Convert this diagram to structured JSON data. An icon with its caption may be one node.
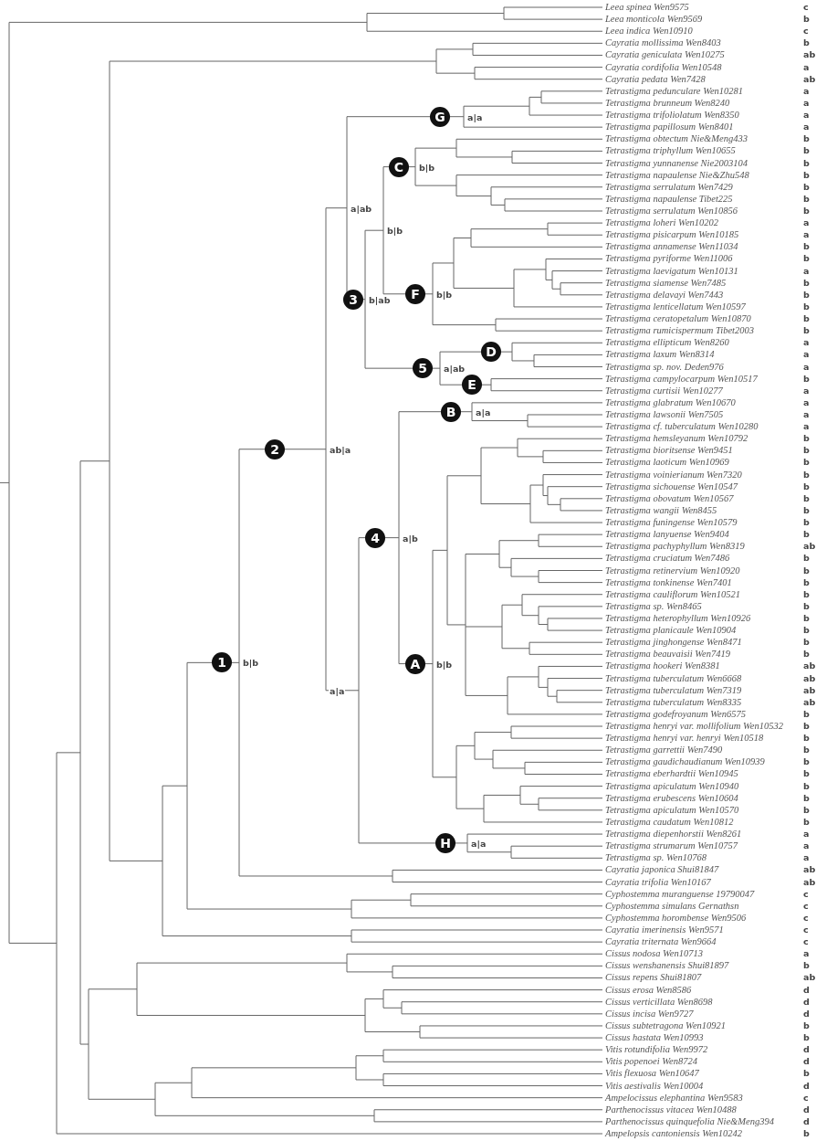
{
  "diagram": {
    "nodes": [
      {
        "text": [
          "G"
        ],
        "beside": [
          "a|a"
        ]
      },
      {
        "text": [
          "C"
        ],
        "beside": [
          "b|b"
        ]
      },
      {
        "text": [
          "3"
        ],
        "beside": [
          "b|ab"
        ]
      },
      {
        "text": [
          "F"
        ],
        "beside": [
          "b|b"
        ]
      },
      {
        "text": [
          "D"
        ]
      },
      {
        "text": [
          "5"
        ]
      },
      {
        "text": [
          "E"
        ]
      },
      {
        "text": [
          "B"
        ],
        "beside": [
          "a|a"
        ]
      },
      {
        "text": [
          "2"
        ]
      },
      {
        "text": [
          "4"
        ],
        "beside": [
          "a|b"
        ]
      },
      {
        "text": [
          "1"
        ],
        "beside": [
          "b|b"
        ]
      },
      {
        "text": [
          "A"
        ],
        "beside": [
          "b|b"
        ]
      },
      {
        "text": [
          "H"
        ],
        "beside": [
          "a|a"
        ]
      }
    ],
    "labels": [
      "Leea spinea Wen9575",
      "c",
      "Leea monticola Wen9569",
      "b",
      "Leea indica Wen10910",
      "c",
      "Cayratia mollissima Wen8403",
      "b",
      "Cayratia geniculata Wen10275",
      "ab",
      "Cayratia cordifolia Wen10548",
      "a",
      "Cayratia pedata Wen7428",
      "ab",
      "Tetrastigma pedunculare Wen10281",
      "a",
      "Tetrastigma brunneum Wen8240",
      "a",
      "Tetrastigma trifoliolatum Wen8350",
      "a",
      "Tetrastigma papillosum Wen8401",
      "a",
      "Tetrastigma obtectum Nie&Meng433",
      "b",
      "Tetrastigma triphyllum Wen10655",
      "b",
      "Tetrastigma yunnanense Nie2003104",
      "b",
      "Tetrastigma napaulense Nie&Zhu548",
      "b",
      "Tetrastigma serrulatum Wen7429",
      "b",
      "Tetrastigma napaulense Tibet225",
      "b",
      "Tetrastigma serrulatum Wen10856",
      "b",
      "Tetrastigma loheri Wen10202",
      "a",
      "Tetrastigma pisicarpum Wen10185",
      "a",
      "Tetrastigma annamense Wen11034",
      "b",
      "Tetrastigma pyriforme Wen11006",
      "b",
      "Tetrastigma laevigatum Wen10131",
      "a",
      "Tetrastigma siamense Wen7485",
      "b",
      "Tetrastigma delavayi Wen7443",
      "b",
      "Tetrastigma lenticellatum Wen10597",
      "b",
      "Tetrastigma ceratopetalum Wen10870",
      "b",
      "Tetrastigma rumicispermum Tibet2003",
      "b",
      "Tetrastigma ellipticum Wen8260",
      "a",
      "Tetrastigma laxum Wen8314",
      "a",
      "Tetrastigma sp. nov. Deden976",
      "a",
      "Tetrastigma campylocarpum Wen10517",
      "b",
      "Tetrastigma curtisii Wen10277",
      "a",
      "Tetrastigma glabratum Wen10670",
      "a",
      "Tetrastigma lawsonii Wen7505",
      "a",
      "Tetrastigma cf. tuberculatum Wen10280",
      "a",
      "Tetrastigma hemsleyanum Wen10792",
      "b",
      "Tetrastigma bioritsense Wen9451",
      "b",
      "Tetrastigma laoticum Wen10969",
      "b",
      "Tetrastigma voinierianum Wen7320",
      "b",
      "Tetrastigma sichouense Wen10547",
      "b",
      "Tetrastigma obovatum Wen10567",
      "b",
      "Tetrastigma wangii Wen8455",
      "b",
      "Tetrastigma funingense Wen10579",
      "b",
      "Tetrastigma lanyuense Wen9404",
      "b",
      "Tetrastigma pachyphyllum Wen8319",
      "ab",
      "Tetrastigma cruciatum Wen7486",
      "b",
      "Tetrastigma retinervium Wen10920",
      "b",
      "Tetrastigma tonkinense Wen7401",
      "b",
      "Tetrastigma cauliflorum Wen10521",
      "b",
      "Tetrastigma sp. Wen8465",
      "b",
      "Tetrastigma heterophyllum Wen10926",
      "b",
      "Tetrastigma planicaule Wen10904",
      "b",
      "Tetrastigma jinghongense Wen8471",
      "b",
      "Tetrastigma beauvaisii Wen7419",
      "b",
      "Tetrastigma hookeri Wen8381",
      "ab",
      "Tetrastigma tuberculatum Wen6668",
      "ab",
      "Tetrastigma tuberculatum Wen7319",
      "ab",
      "Tetrastigma tuberculatum Wen8335",
      "ab",
      "Tetrastigma godefroyanum Wen6575",
      "b",
      "Tetrastigma henryi var. mollifolium Wen10532",
      "b",
      "Tetrastigma henryi var. henryi Wen10518",
      "b",
      "Tetrastigma garrettii Wen7490",
      "b",
      "Tetrastigma gaudichaudianum Wen10939",
      "b",
      "Tetrastigma eberhardtii Wen10945",
      "b",
      "Tetrastigma apiculatum Wen10940",
      "b",
      "Tetrastigma erubescens Wen10604",
      "b",
      "Tetrastigma apiculatum Wen10570",
      "b",
      "Tetrastigma caudatum Wen10812",
      "b",
      "Tetrastigma diepenhorstii Wen8261",
      "a",
      "Tetrastigma strumarum Wen10757",
      "a",
      "Tetrastigma sp. Wen10768",
      "a",
      "Cayratia japonica Shui81847",
      "ab",
      "Cayratia trifolia Wen10167",
      "ab",
      "Cyphostemma muranguense 19790047",
      "c",
      "Cyphostemma simulans Gernathsn",
      "c",
      "Cyphostemma horombense Wen9506",
      "c",
      "Cayratia imerinensis Wen9571",
      "c",
      "Cayratia triternata Wen9664",
      "c",
      "Cissus nodosa Wen10713",
      "a",
      "Cissus wenshanensis Shui81897",
      "b",
      "Cissus repens Shui81807",
      "ab",
      "Cissus erosa Wen8586",
      "d",
      "Cissus verticillata Wen8698",
      "d",
      "Cissus incisa Wen9727",
      "d",
      "Cissus subtetragona Wen10921",
      "b",
      "Cissus hastata Wen10993",
      "b",
      "Vitis rotundifolia Wen9972",
      "d",
      "Vitis popenoei Wen8724",
      "d",
      "Vitis flexuosa Wen10647",
      "b",
      "Vitis aestivalis Wen10004",
      "d",
      "Ampelocissus elephantina Wen9583",
      "c",
      "Parthenocissus vitacea Wen10488",
      "d",
      "Parthenocissus quinquefolia Nie&Meng394",
      "d",
      "Ampelopsis cantoniensis Wen10242",
      "b",
      "a|ab",
      "b|b",
      "a|ab",
      "ab|a",
      "a|a"
    ]
  }
}
